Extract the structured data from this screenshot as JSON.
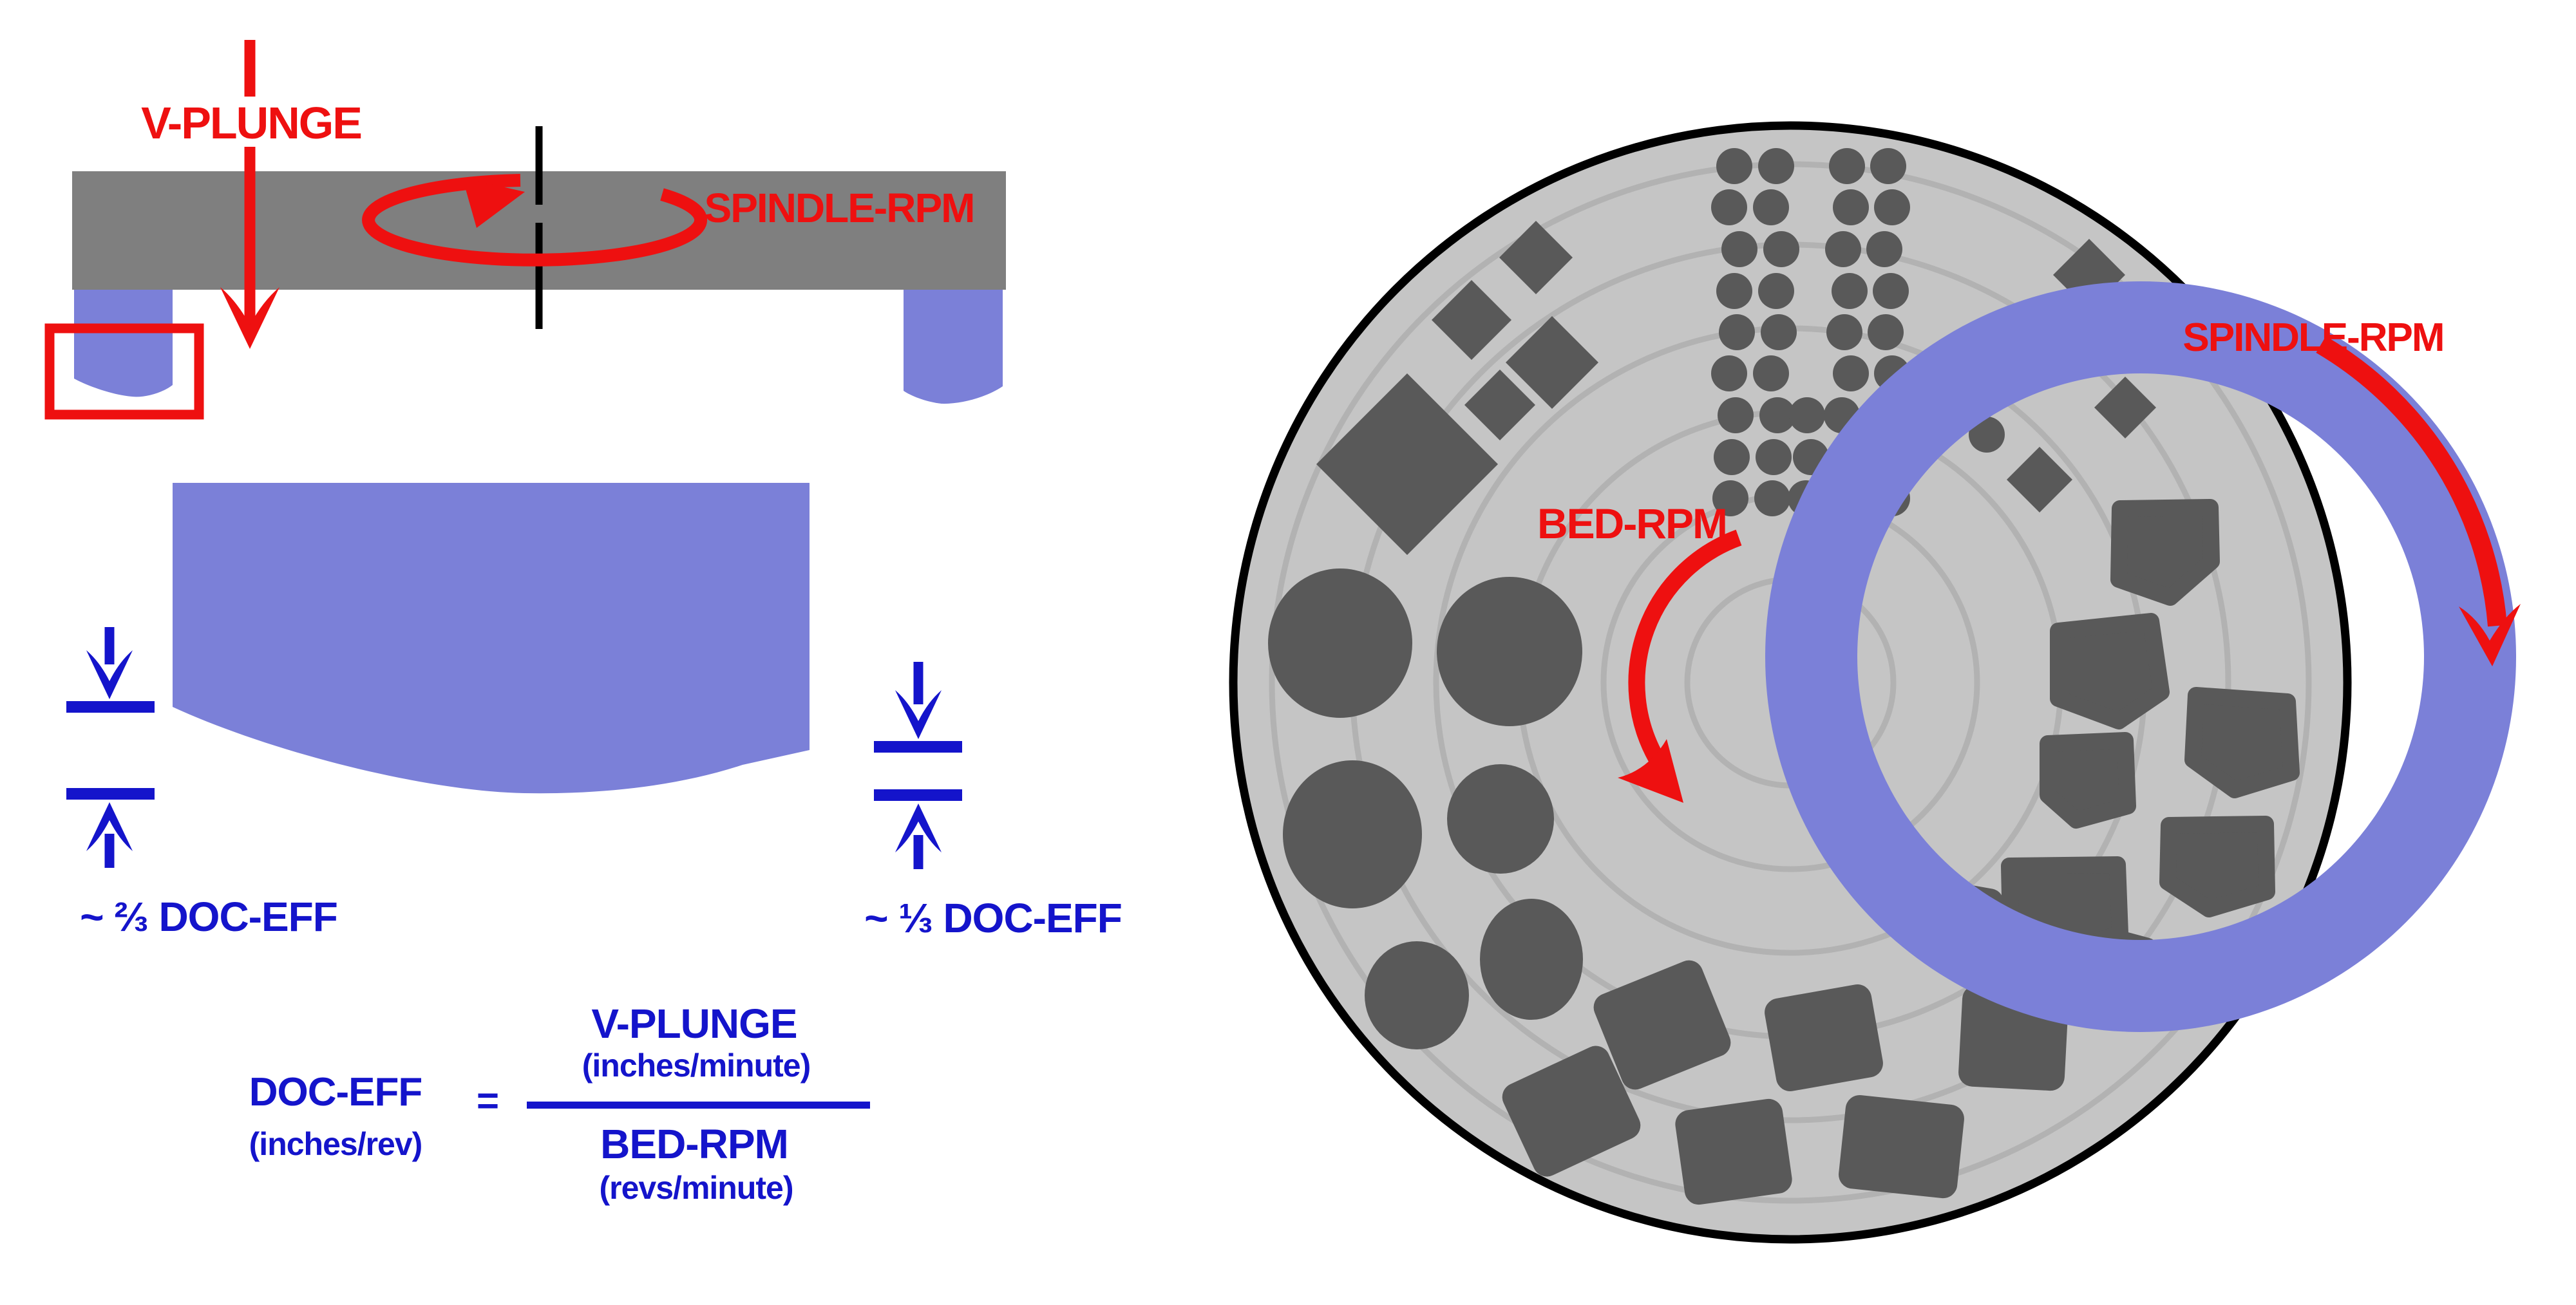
{
  "colors": {
    "red": "#ee1010",
    "blue": "#1414cb",
    "purple": "#7b80d8",
    "graybar": "#7f7f7f",
    "plate": "#c5c5c5",
    "groove": "#b2b2b2",
    "dark": "#595959",
    "outline": "#000000"
  },
  "left_diagram": {
    "v_plunge_label": "V-PLUNGE",
    "spindle_rpm_label": "SPINDLE-RPM",
    "doc_left_label": "~ ⅔ DOC-EFF",
    "doc_right_label": "~ ⅓ DOC-EFF",
    "formula": {
      "lhs": "DOC-EFF",
      "lhs_unit": "(inches/rev)",
      "equals": "=",
      "numerator": "V-PLUNGE",
      "numerator_unit": "(inches/minute)",
      "denominator": "BED-RPM",
      "denominator_unit": "(revs/minute)"
    }
  },
  "right_diagram": {
    "spindle_rpm_label": "SPINDLE-RPM",
    "bed_rpm_label": "BED-RPM"
  }
}
